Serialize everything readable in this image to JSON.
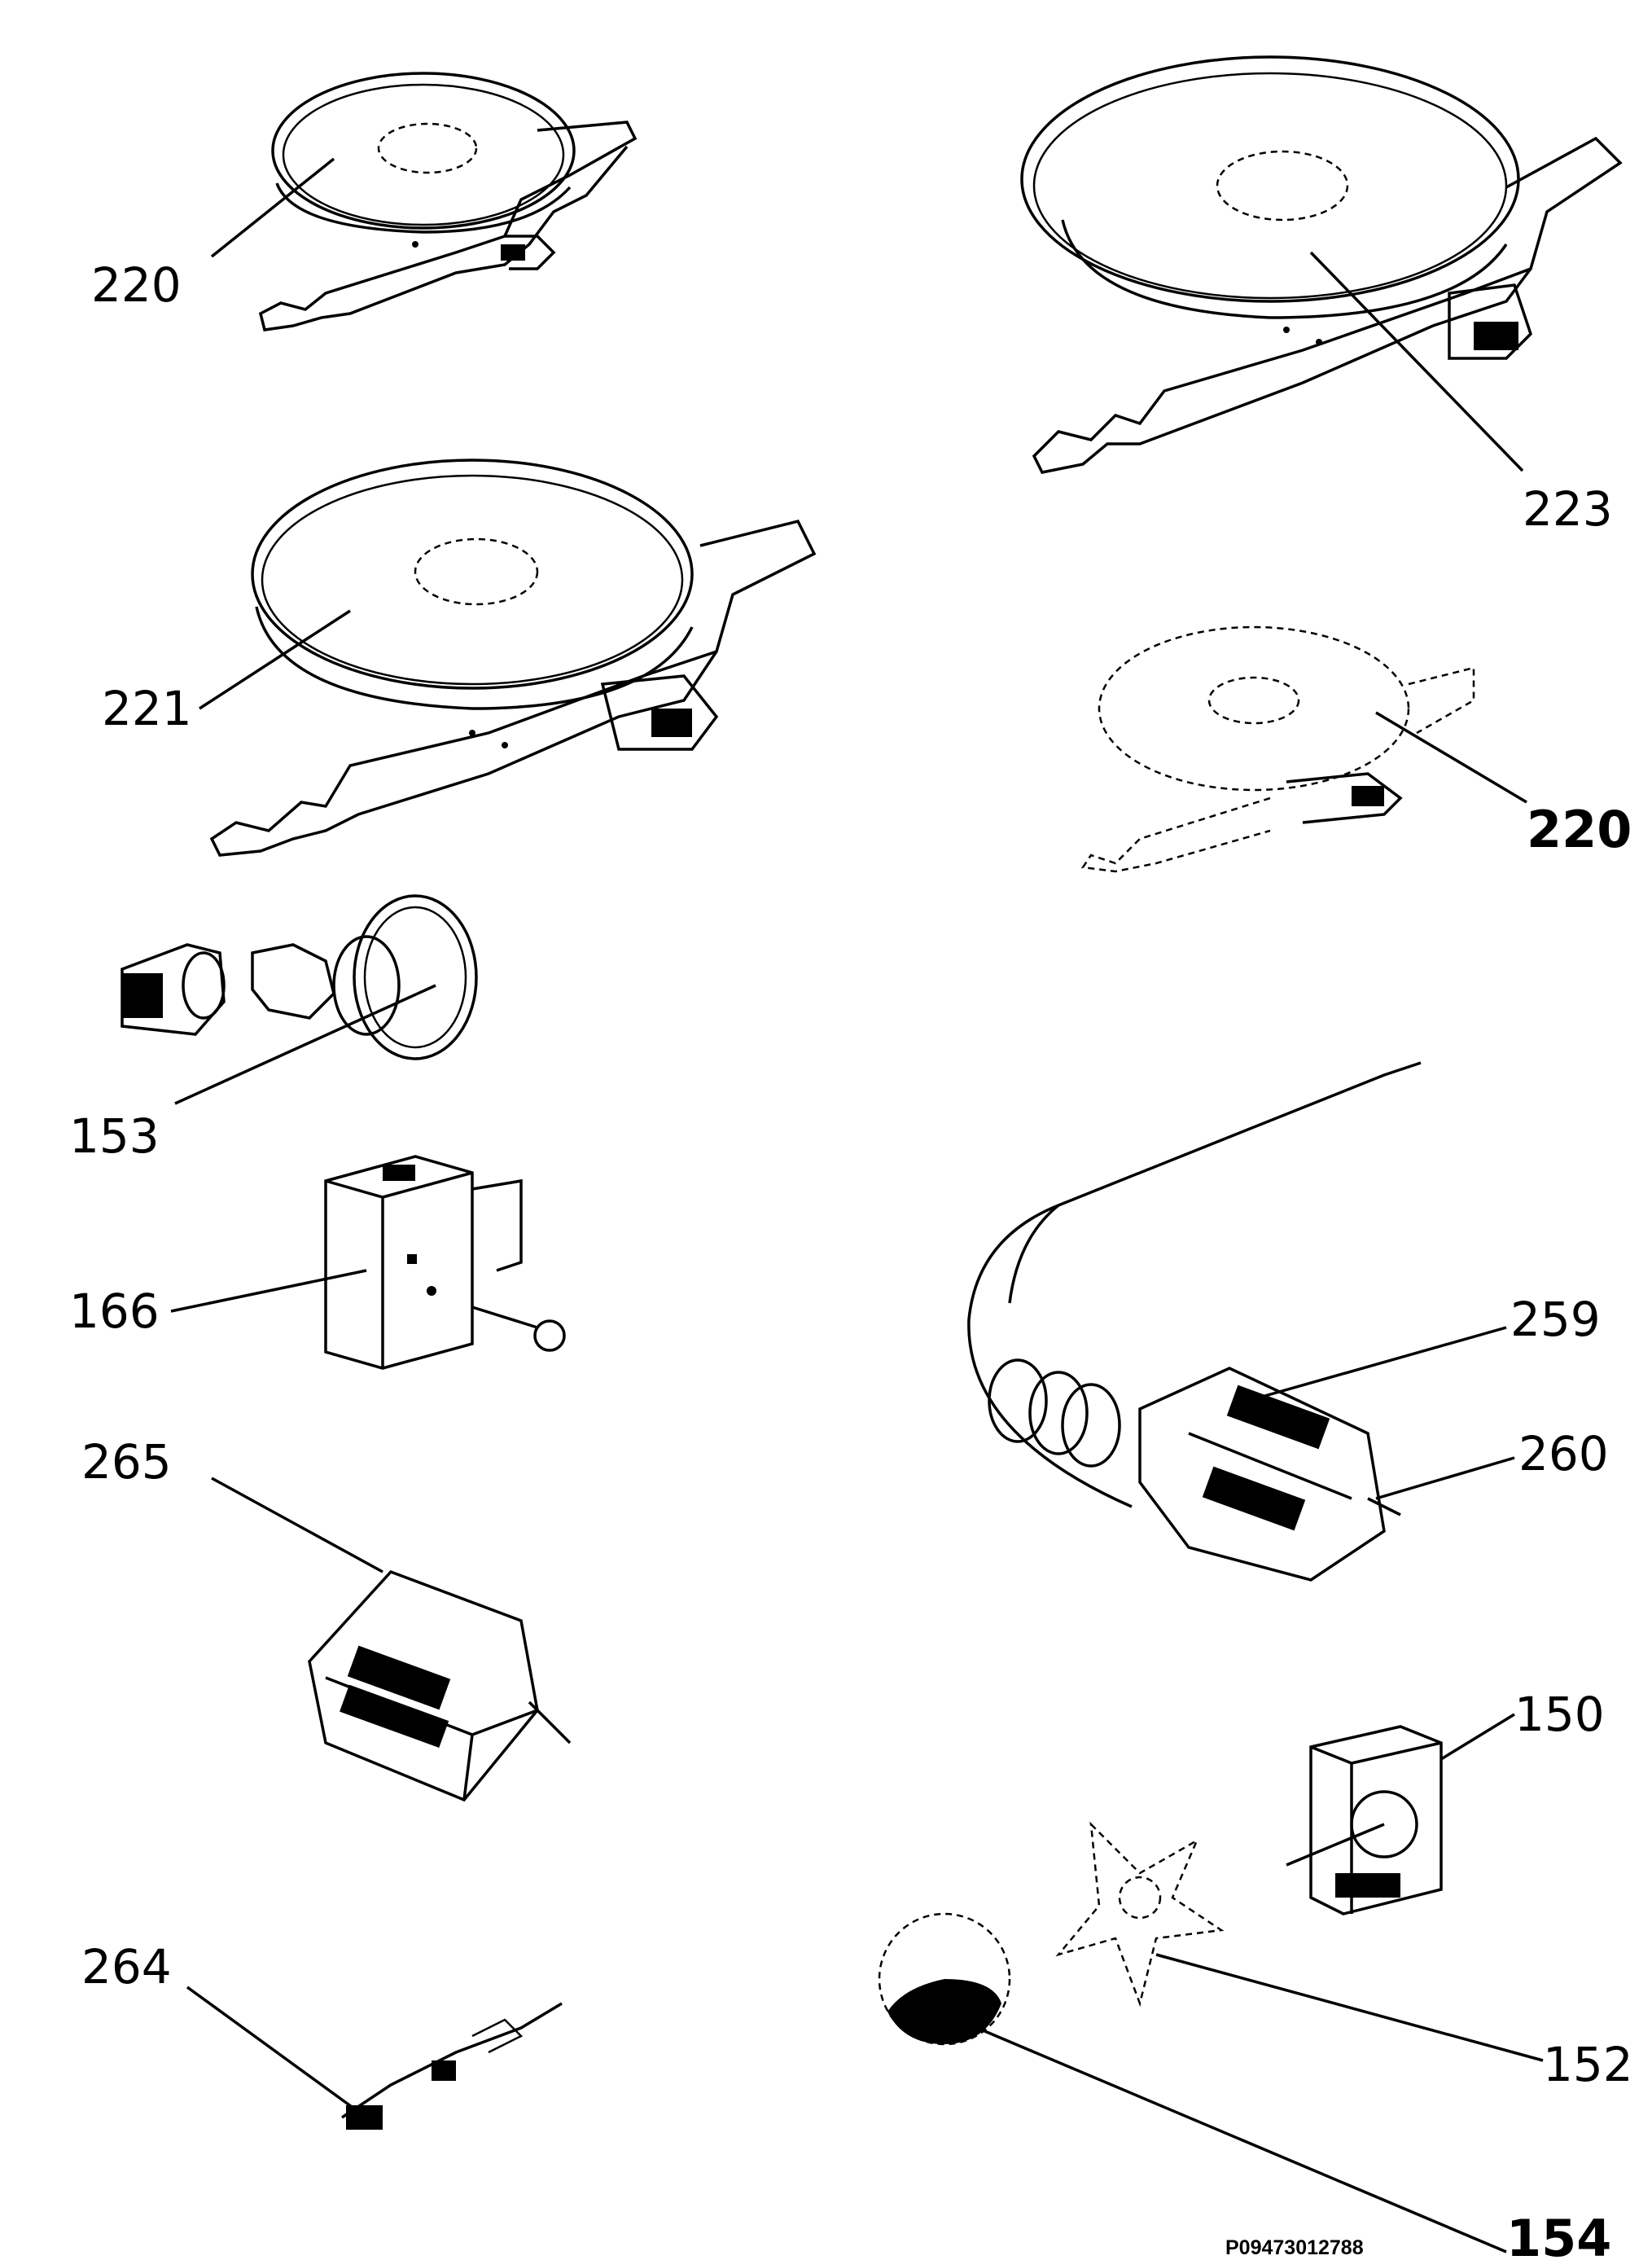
{
  "diagram": {
    "document_reference": "P09473012788",
    "parts": [
      {
        "id": "220a",
        "label": "220",
        "bold": false
      },
      {
        "id": "223",
        "label": "223",
        "bold": false
      },
      {
        "id": "221",
        "label": "221",
        "bold": false
      },
      {
        "id": "220b",
        "label": "220",
        "bold": true
      },
      {
        "id": "153",
        "label": "153",
        "bold": false
      },
      {
        "id": "166",
        "label": "166",
        "bold": false
      },
      {
        "id": "259",
        "label": "259",
        "bold": false
      },
      {
        "id": "260",
        "label": "260",
        "bold": false
      },
      {
        "id": "265",
        "label": "265",
        "bold": false
      },
      {
        "id": "150",
        "label": "150",
        "bold": false
      },
      {
        "id": "152",
        "label": "152",
        "bold": false
      },
      {
        "id": "264",
        "label": "264",
        "bold": false
      },
      {
        "id": "154",
        "label": "154",
        "bold": true
      }
    ]
  }
}
